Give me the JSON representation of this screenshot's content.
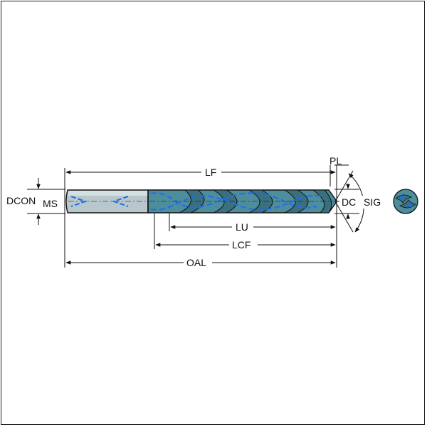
{
  "labels": {
    "lf": "LF",
    "pl": "PL",
    "dcon": "DCON",
    "ms": "MS",
    "dc": "DC",
    "sig": "SIG",
    "lu": "LU",
    "lcf": "LCF",
    "oal": "OAL"
  },
  "colors": {
    "body": "#4d8d9c",
    "body_dark": "#3a6f7e",
    "shank": "#b8c7cc",
    "coolant": "#1e6ef0",
    "line": "#111111"
  }
}
